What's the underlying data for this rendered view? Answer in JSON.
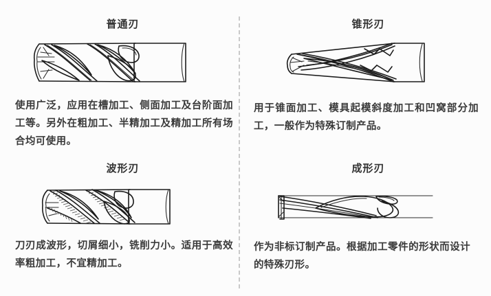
{
  "page": {
    "background_color": "#fcfcfc",
    "text_color": "#333333",
    "divider_color": "#c9c9c9",
    "ink_color": "#1b1b1b"
  },
  "panels": [
    {
      "id": "standard-edge",
      "title": "普通刃",
      "description": "使用广泛，应用在槽加工、侧面加工及台阶面加工等。另外在粗加工、半精加工及精加工所有场合均可使用。",
      "figure_name": "square-end-mill-illustration"
    },
    {
      "id": "tapered-edge",
      "title": "锥形刃",
      "description": "用于锥面加工、模具起模斜度加工和凹窝部分加工，一般作为特殊订制产品。",
      "figure_name": "tapered-end-mill-illustration"
    },
    {
      "id": "wavy-edge",
      "title": "波形刃",
      "description": "刀刃成波形，切屑细小，铣削力小。适用于高效率粗加工，不宜精加工。",
      "figure_name": "roughing-end-mill-illustration"
    },
    {
      "id": "formed-edge",
      "title": "成形刃",
      "description": "作为非标订制产品。根据加工零件的形状而设计的特殊刃形。",
      "figure_name": "form-end-mill-illustration"
    }
  ]
}
